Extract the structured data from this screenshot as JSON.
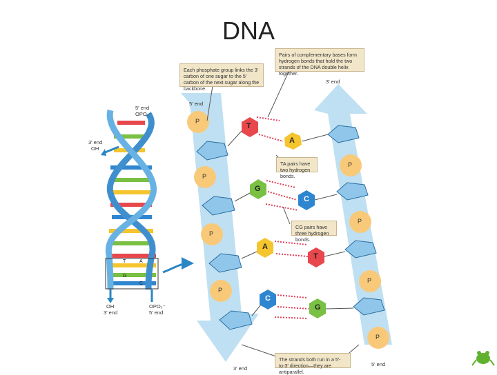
{
  "title": "DNA",
  "callouts": {
    "phosphate": "Each phosphate group links the 3′ carbon of one sugar to the 5′ carbon of the next sugar along the backbone.",
    "pairs": "Pairs of complementary bases form hydrogen bonds that hold the two strands of the DNA double helix together.",
    "ta": "TA pairs have two hydrogen bonds.",
    "cg": "CG pairs have three hydrogen bonds.",
    "antiparallel": "The strands both run in a 5′-to-3′ direction—they are antiparallel."
  },
  "ends": {
    "left_top_5": "5′ end",
    "left_top_3": "3′ end",
    "left_right_3": "3′ end",
    "right_top_3": "3′ end",
    "right_bottom_5": "5′ end",
    "left_bottom_3": "3′ end",
    "mini_5_top": "5′ end",
    "mini_opo3": "OPO₃⁻",
    "mini_3_top": "3′ end",
    "mini_oh_top": "OH",
    "mini_oh_bottom": "OH",
    "mini_3_bottom": "3′ end",
    "mini_opo3_bottom": "OPO₃⁻",
    "mini_5_bottom": "5′ end"
  },
  "bases": {
    "t1": "T",
    "a1": "A",
    "g1": "G",
    "c1": "C",
    "a2": "A",
    "t2": "T",
    "c2": "C",
    "g2": "G"
  },
  "mini_pairs": [
    "T",
    "A",
    "G",
    "C"
  ],
  "phosphate_label": "P",
  "colors": {
    "strand_blue": "#bfe0f2",
    "sugar": "#8fc6ea",
    "phosphate": "#f9c97a",
    "base_T": "#e8474c",
    "base_A": "#f5c52d",
    "base_G": "#79c043",
    "base_C": "#2f86d0",
    "hbond": "#e0405a"
  }
}
